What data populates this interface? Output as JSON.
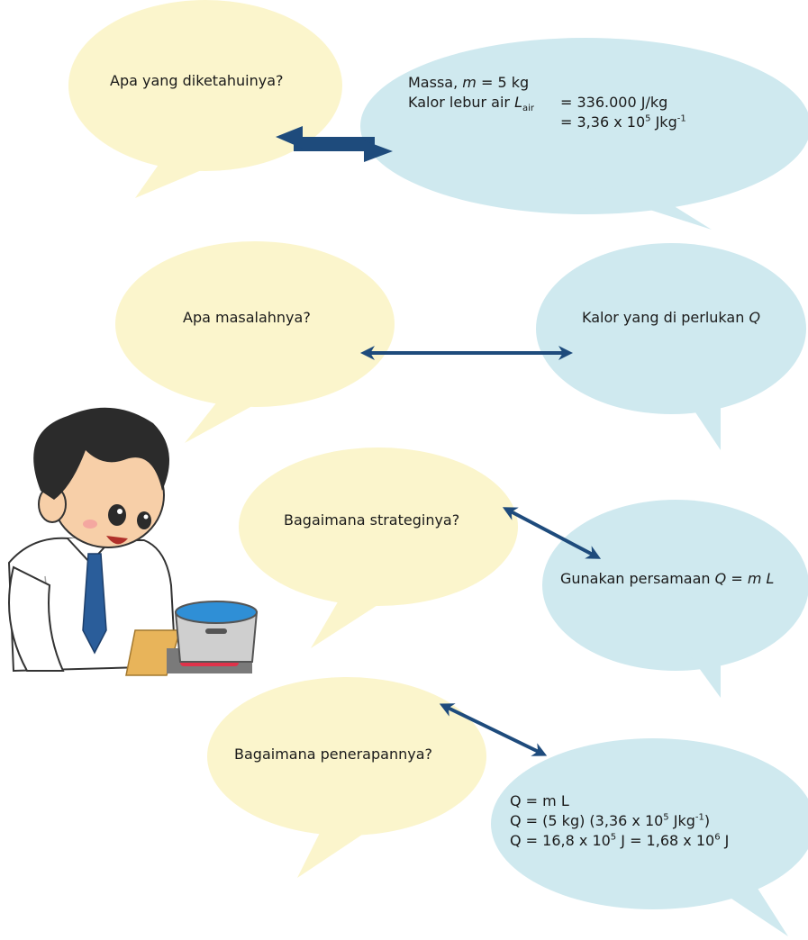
{
  "colors": {
    "question_bubble": "#fbf5cc",
    "answer_bubble": "#cfe9ef",
    "arrow": "#1e4b7c"
  },
  "row1": {
    "question": "Apa yang diketahuinya?",
    "mass_label": "Massa, ",
    "mass_var": "m",
    "mass_value": " = 5 kg",
    "latent_label": "Kalor lebur air ",
    "latent_var": "L",
    "latent_sub": "air",
    "latent_value1": "= 336.000 J/kg",
    "latent_value2_a": "= 3,36 x 10",
    "latent_value2_exp": "5",
    "latent_value2_b": " Jkg",
    "latent_value2_exp2": "-1"
  },
  "row2": {
    "question": "Apa masalahnya?",
    "answer_text": "Kalor yang di perlukan ",
    "answer_var": "Q"
  },
  "row3": {
    "question": "Bagaimana strateginya?",
    "answer_text": "Gunakan persamaan ",
    "answer_eq": "Q = m L"
  },
  "row4": {
    "question": "Bagaimana penerapannya?",
    "line1": "Q = m L",
    "line2_a": "Q = (5 kg) (3,36 x 10",
    "line2_exp": "5",
    "line2_b": " Jkg",
    "line2_exp2": "-1",
    "line2_c": ")",
    "line3_a": "Q =  16,8 x 10",
    "line3_exp": "5",
    "line3_b": " J = 1,68 x 10",
    "line3_exp2": "6",
    "line3_c": " J"
  }
}
